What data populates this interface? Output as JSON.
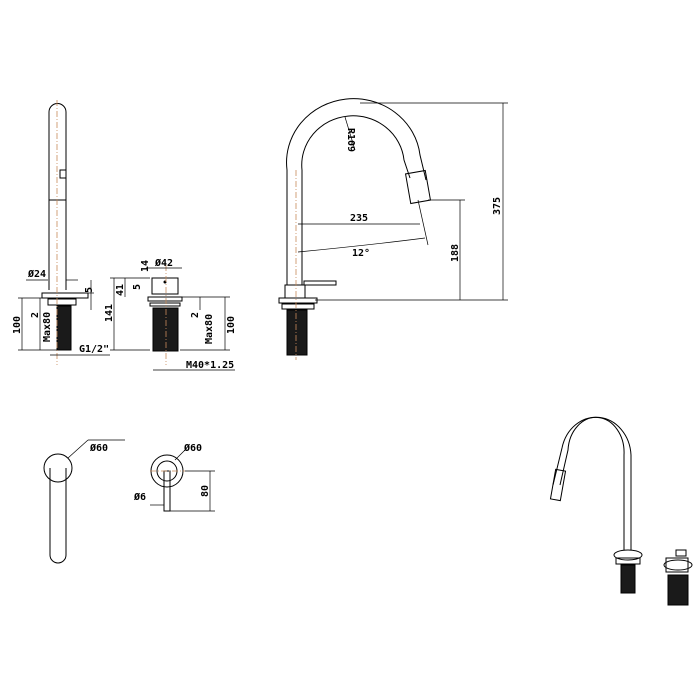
{
  "colors": {
    "line": "#000000",
    "centerline": "#c88a5a",
    "shank": "#1a1a1a"
  },
  "side_view_spout": {
    "diameter": "Ø24",
    "plate": "5",
    "gap": "2",
    "max_deck": "Max80",
    "height": "100",
    "thread": "G1/2\""
  },
  "side_view_lever": {
    "top": "14",
    "diameter": "Ø42",
    "body": "41",
    "plate": "5",
    "total": "141",
    "gap": "2",
    "max_deck": "Max80",
    "height": "100",
    "thread": "M40*1.25"
  },
  "front_view": {
    "radius": "R109",
    "reach": "235",
    "angle": "12°",
    "spout_height": "188",
    "total_height": "375"
  },
  "top_view_spout": {
    "diameter": "Ø60"
  },
  "top_view_lever": {
    "diameter": "Ø60",
    "handle": "Ø6",
    "length": "80"
  }
}
